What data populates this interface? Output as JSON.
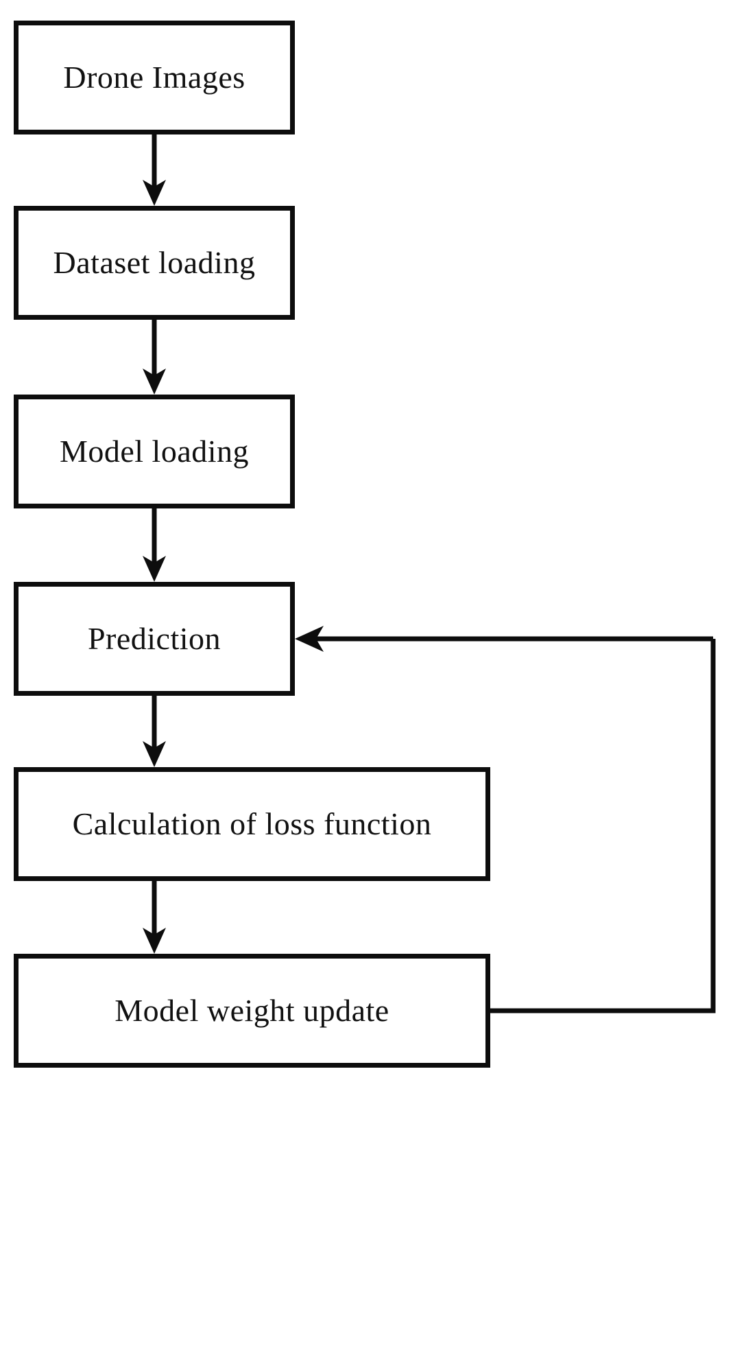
{
  "diagram": {
    "title": "Model training workflow flowchart",
    "orientation": "top-to-bottom",
    "background_color": "#ffffff",
    "stroke_color": "#0d0d0d",
    "text_color": "#111111",
    "nodes": [
      {
        "id": "drone-images",
        "label": "Drone Images"
      },
      {
        "id": "dataset-loading",
        "label": "Dataset loading"
      },
      {
        "id": "model-loading",
        "label": "Model loading"
      },
      {
        "id": "prediction",
        "label": "Prediction"
      },
      {
        "id": "loss-calculation",
        "label": "Calculation of loss function"
      },
      {
        "id": "weight-update",
        "label": "Model weight update"
      }
    ],
    "edges": [
      {
        "id": "edge-drone-to-dataset",
        "from": "drone-images",
        "to": "dataset-loading",
        "kind": "straight-down",
        "arrow": "down"
      },
      {
        "id": "edge-dataset-to-model",
        "from": "dataset-loading",
        "to": "model-loading",
        "kind": "straight-down",
        "arrow": "down"
      },
      {
        "id": "edge-model-to-prediction",
        "from": "model-loading",
        "to": "prediction",
        "kind": "straight-down",
        "arrow": "down"
      },
      {
        "id": "edge-prediction-to-loss",
        "from": "prediction",
        "to": "loss-calculation",
        "kind": "straight-down",
        "arrow": "down"
      },
      {
        "id": "edge-loss-to-weight",
        "from": "loss-calculation",
        "to": "weight-update",
        "kind": "straight-down",
        "arrow": "down"
      },
      {
        "id": "edge-weight-to-prediction",
        "from": "weight-update",
        "to": "prediction",
        "kind": "feedback-loop",
        "arrow": "left"
      }
    ]
  }
}
